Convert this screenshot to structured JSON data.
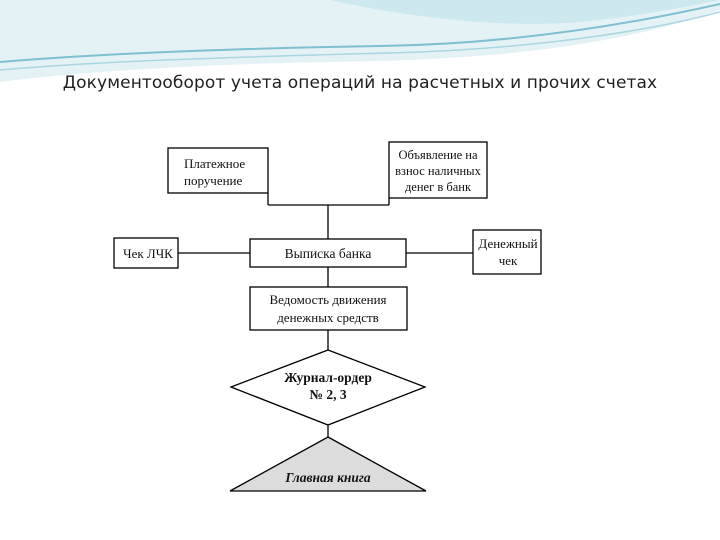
{
  "slide": {
    "title": "Документооборот учета операций на расчетных и прочих счетах"
  },
  "diagram": {
    "payment_order": [
      "Платежное",
      "поручение"
    ],
    "cash_deposit_notice": [
      "Объявление на",
      "взнос наличных",
      "денег в банк"
    ],
    "check_lchk": "Чек ЛЧК",
    "bank_statement": "Выписка банка",
    "cash_check": [
      "Денежный",
      "чек"
    ],
    "cash_flow_register": [
      "Ведомость движения",
      "денежных средств"
    ],
    "journal_order": [
      "Журнал-ордер",
      "№ 2, 3"
    ],
    "general_ledger": "Главная книга"
  },
  "colors": {
    "banner_light": "#d9eef3",
    "banner_teal": "#6fb6c8",
    "triangle_fill": "#dcdcdc",
    "line": "#000000"
  }
}
